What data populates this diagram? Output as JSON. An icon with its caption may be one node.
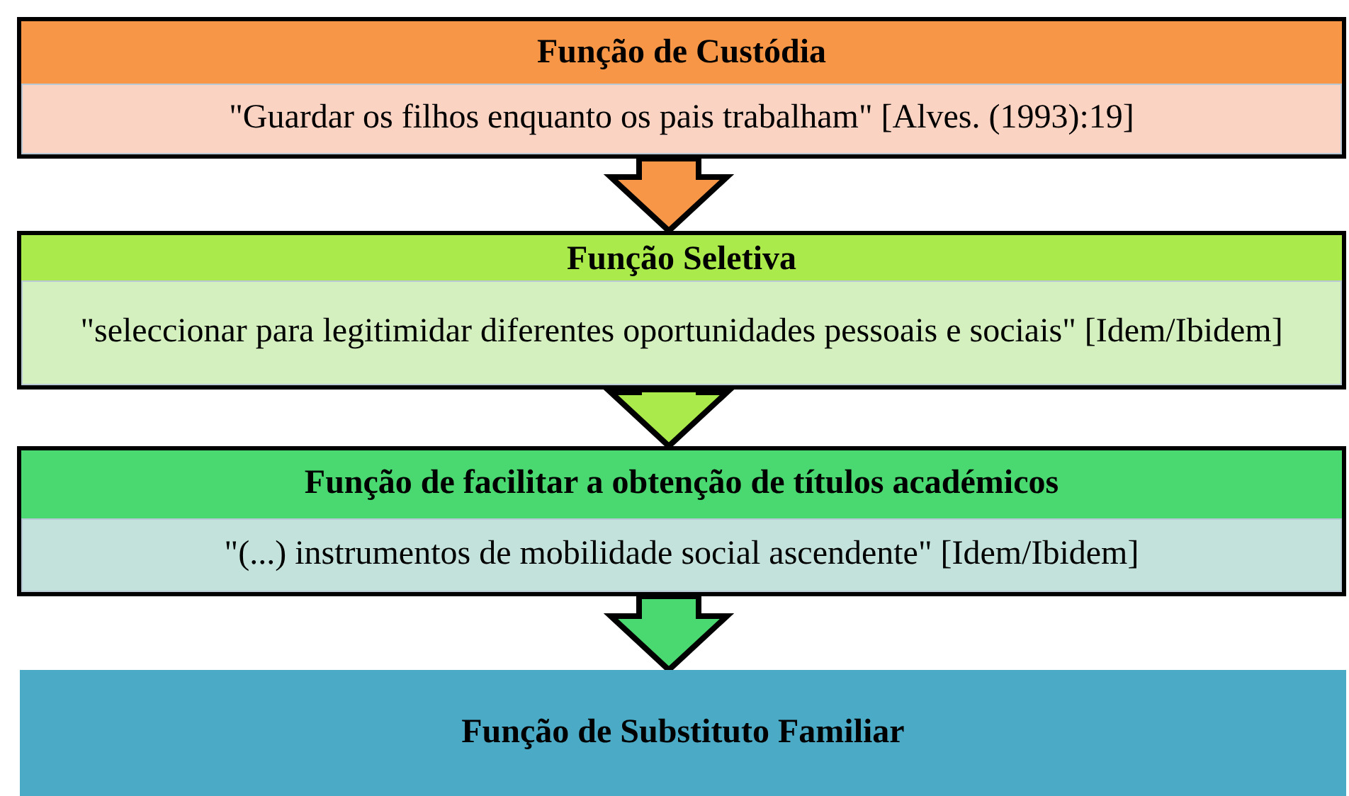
{
  "diagram": {
    "nodes": [
      {
        "text": [
          "Função de Custódia"
        ]
      },
      {
        "text": [
          "\"Guardar os filhos enquanto os pais trabalham\" [Alves. (1993):19]"
        ],
        "in": 0
      },
      {
        "text": [
          "Função Seletiva"
        ]
      },
      {
        "text": [
          "\"seleccionar para legitimidar diferentes oportunidades pessoais e sociais\"  [Idem/Ibidem]"
        ],
        "in": 2
      },
      {
        "text": [
          "Função de facilitar a obtenção de títulos académicos"
        ]
      },
      {
        "text": [
          "\"(...) instrumentos de mobilidade social ascendente\" [Idem/Ibidem]"
        ],
        "in": 4
      },
      {
        "text": [
          "Função de Substituto Familiar"
        ]
      }
    ],
    "edges": [
      {
        "from": 0,
        "to": 2,
        "arrow": "to",
        "color": "#f79646"
      },
      {
        "from": 2,
        "to": 4,
        "arrow": "to",
        "color": "#aaea4a"
      },
      {
        "from": 4,
        "to": 6,
        "arrow": "to",
        "color": "#4ad970"
      }
    ]
  }
}
